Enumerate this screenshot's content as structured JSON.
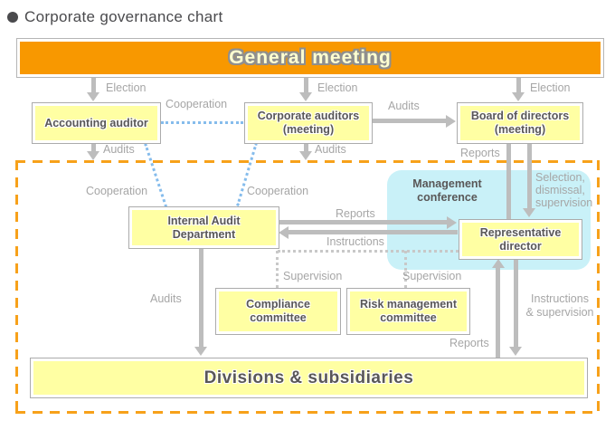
{
  "title": "Corporate governance chart",
  "colors": {
    "banner_orange": "#F89800",
    "node_yellow": "#FFFFA3",
    "conference_cyan": "#C9F1F8",
    "arrow_gray": "#BDBDBD",
    "edge_label_gray": "#A6A6A6",
    "cooperation_blue": "#85BCEC",
    "boundary_dashed_orange": "#F7A11A",
    "node_text_gray": "#595757"
  },
  "nodes": {
    "general_meeting": "General meeting",
    "accounting_auditor": "Accounting auditor",
    "corporate_auditors": "Corporate auditors\n(meeting)",
    "board_of_directors": "Board of directors\n(meeting)",
    "internal_audit_department": "Internal Audit\nDepartment",
    "management_conference": "Management\nconference",
    "representative_director": "Representative\ndirector",
    "compliance_committee": "Compliance\ncommittee",
    "risk_management_committee": "Risk management\ncommittee",
    "divisions_subsidiaries": "Divisions & subsidiaries"
  },
  "edge_labels": {
    "election": "Election",
    "audits": "Audits",
    "cooperation": "Cooperation",
    "reports": "Reports",
    "instructions": "Instructions",
    "supervision": "Supervision",
    "selection_dismissal_supervision": "Selection,\ndismissal,\nsupervision",
    "instructions_supervision": "Instructions\n& supervision"
  }
}
